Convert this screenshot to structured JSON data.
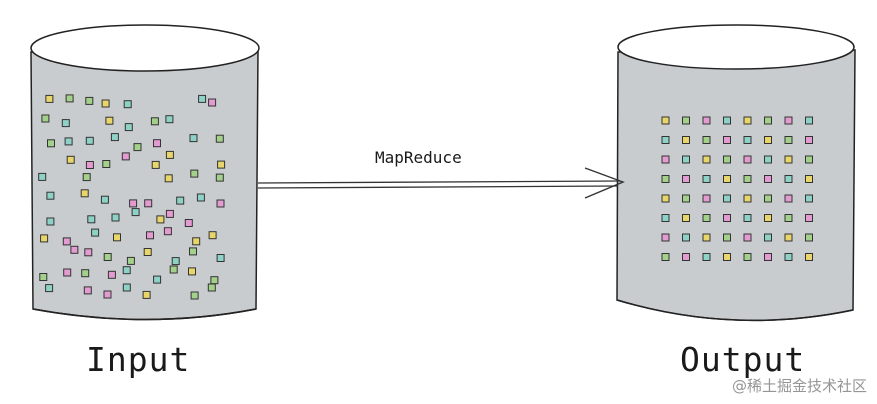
{
  "diagram": {
    "input_label": "Input",
    "output_label": "Output",
    "arrow_label": "MapReduce"
  },
  "watermark": "@稀土掘金技术社区",
  "colors": {
    "cylinder_fill": "#c9cccf",
    "cylinder_top": "#ffffff",
    "stroke": "#222222",
    "arrow": "#333333",
    "item_colors": [
      "#e8d66a",
      "#8ed1c6",
      "#e39bd1",
      "#a3d08a"
    ]
  },
  "icons": {
    "input_items": "scattered-squares-icon",
    "output_items": "grid-squares-icon",
    "arrow": "arrow-right-icon"
  },
  "output_grid": {
    "rows": 8,
    "cols": 8
  }
}
